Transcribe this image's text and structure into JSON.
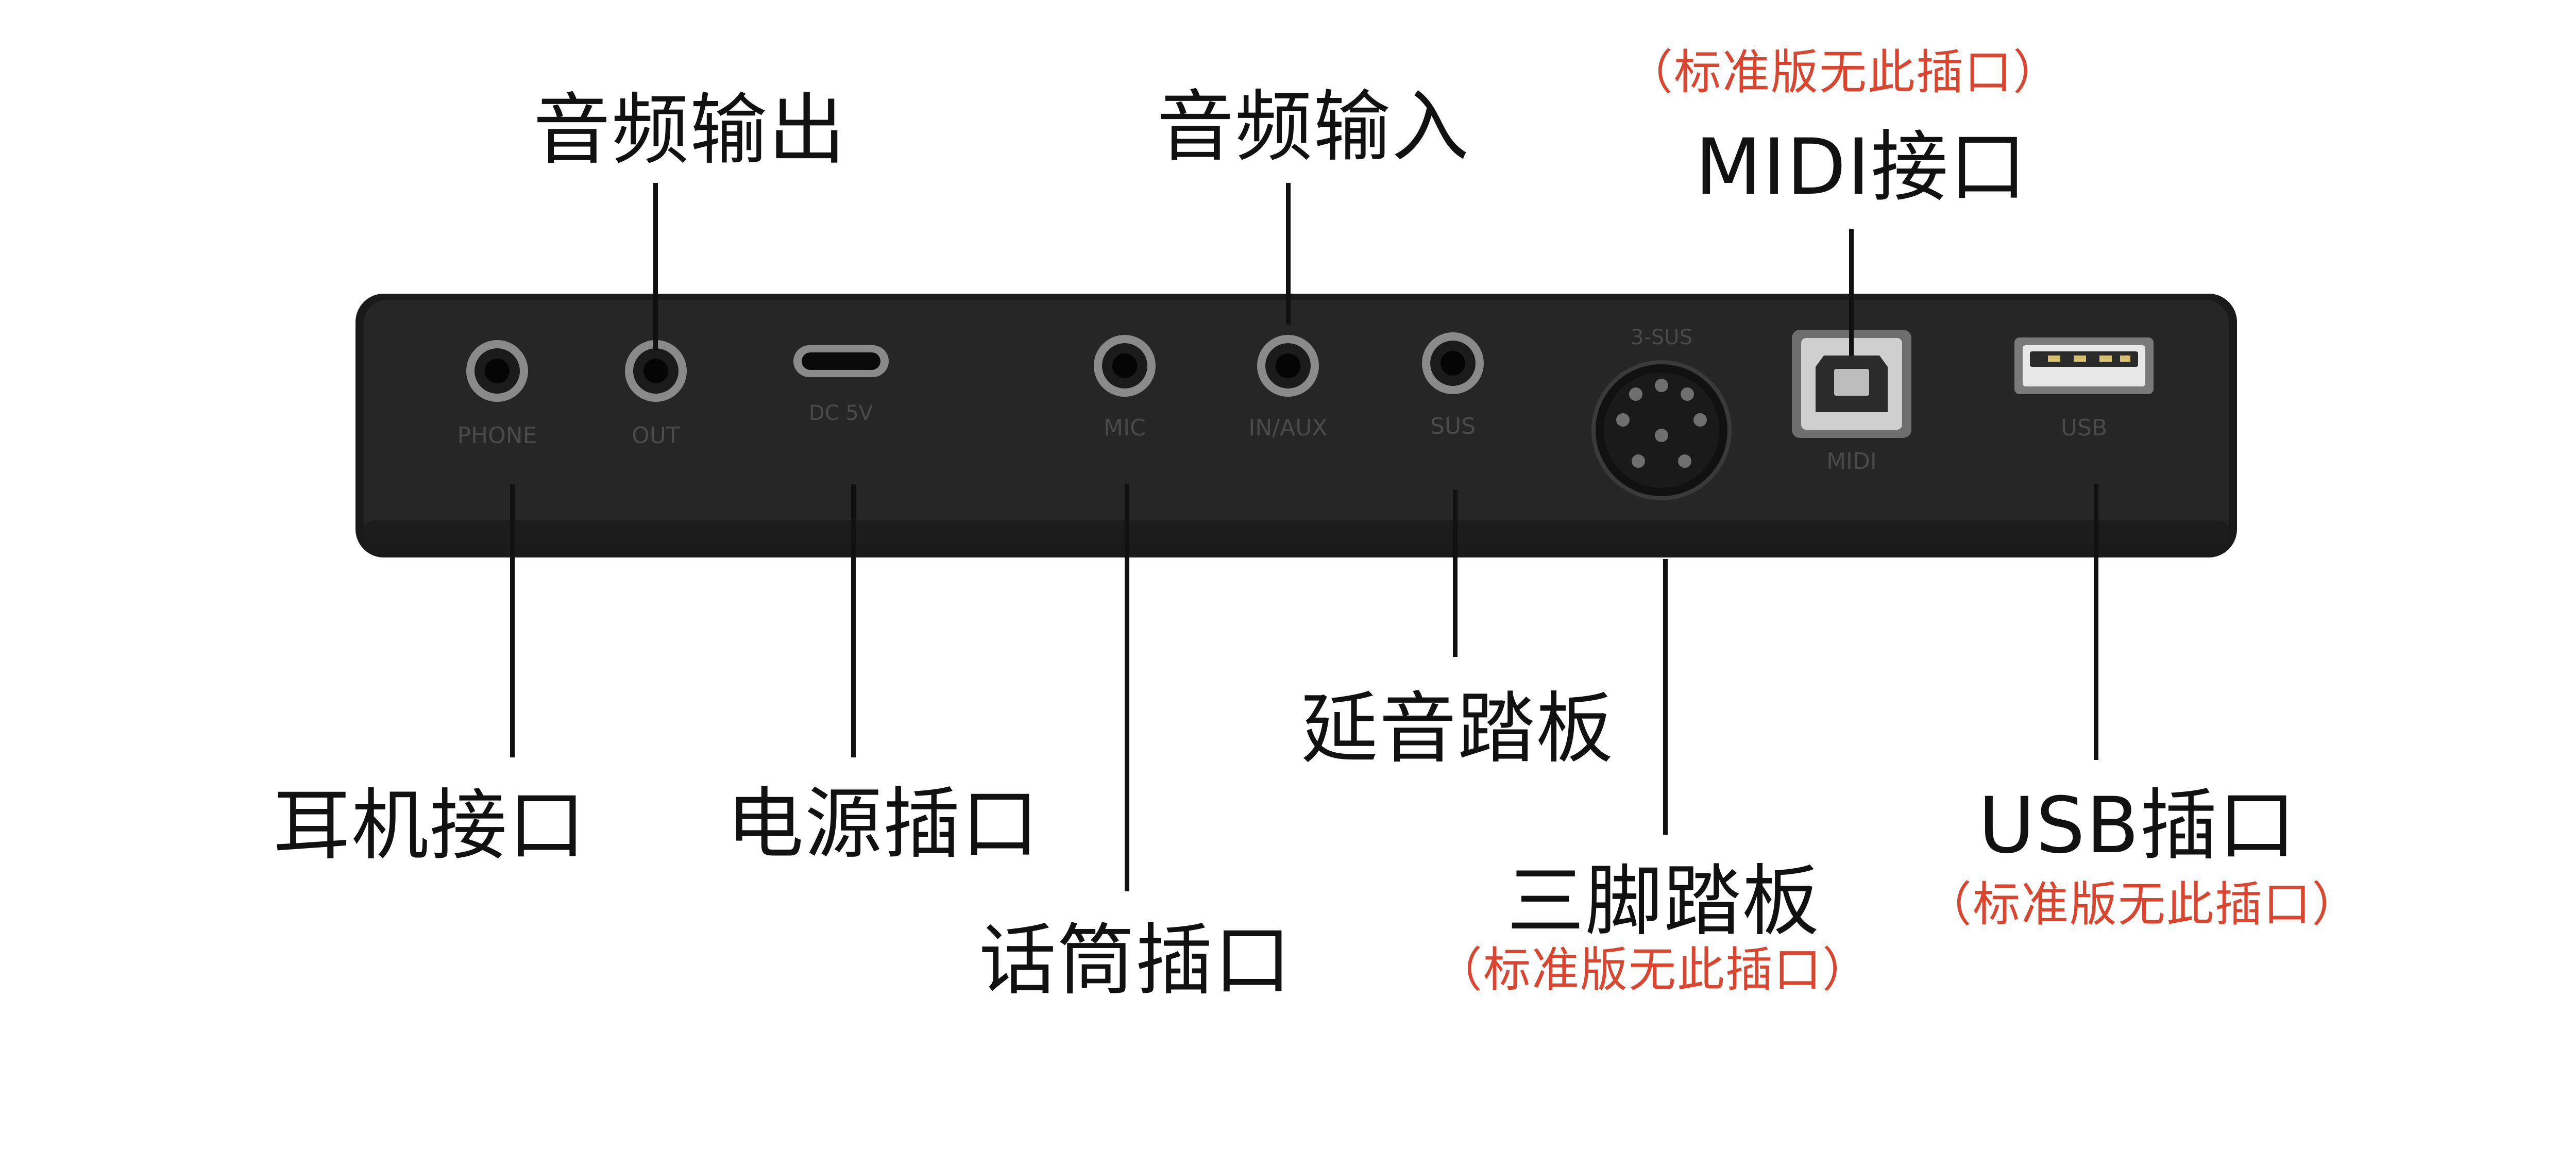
{
  "labels": {
    "audio_out": "音频输出",
    "audio_in": "音频输入",
    "midi_note": "（标准版无此插口）",
    "midi": "MIDI接口",
    "sustain": "延音踏板",
    "headphone": "耳机接口",
    "power": "电源插口",
    "mic": "话筒插口",
    "triple_pedal": "三脚踏板",
    "triple_note": "（标准版无此插口）",
    "usb": "USB插口",
    "usb_note": "（标准版无此插口）"
  },
  "panel_text": {
    "phone": "PHONE",
    "out": "OUT",
    "power": "DC 5V",
    "mic": "MIC",
    "in": "IN/AUX",
    "sus": "SUS",
    "sus3": "3-SUS",
    "midi": "MIDI",
    "usb": "USB"
  },
  "colors": {
    "panel": "#1e1e1e",
    "label_text": "#111111",
    "note_text": "#d9452e",
    "leader": "#111111"
  }
}
